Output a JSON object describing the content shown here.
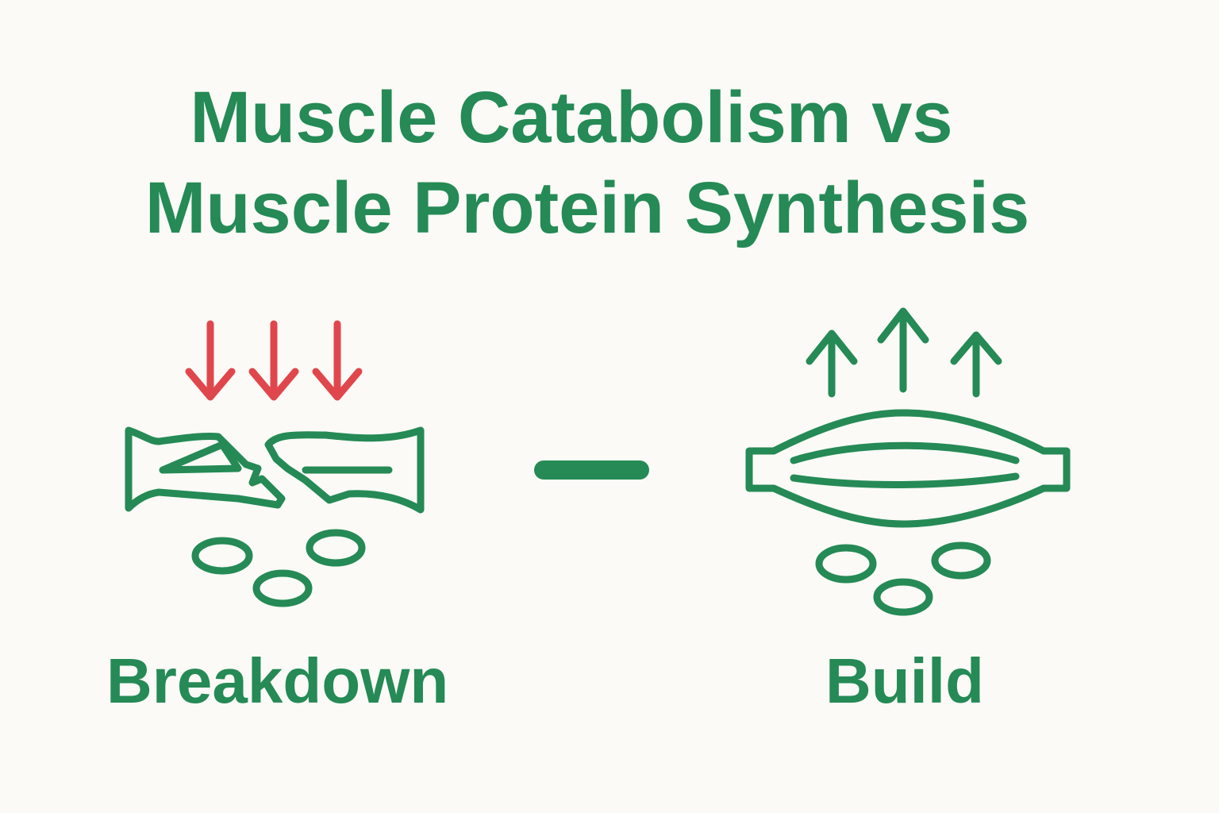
{
  "title_line1": "Muscle Catabolism vs",
  "title_line2": "Muscle Protein Synthesis",
  "left_label": "Breakdown",
  "right_label": "Build",
  "colors": {
    "green": "#258a55",
    "red": "#e0474c",
    "background": "#fbfaf7"
  }
}
